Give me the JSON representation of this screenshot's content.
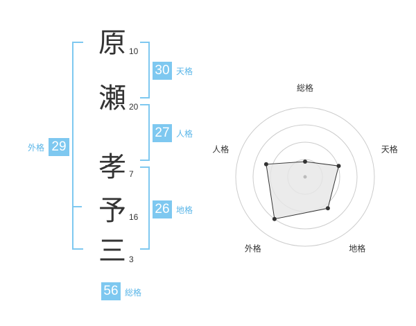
{
  "name_chars": [
    {
      "char": "原",
      "strokes": "10"
    },
    {
      "char": "瀬",
      "strokes": "20"
    },
    {
      "char": "孝",
      "strokes": "7"
    },
    {
      "char": "予",
      "strokes": "16"
    },
    {
      "char": "三",
      "strokes": "3"
    }
  ],
  "fortunes": {
    "tenkaku": {
      "value": "30",
      "label": "天格"
    },
    "jinkaku": {
      "value": "27",
      "label": "人格"
    },
    "chikaku": {
      "value": "26",
      "label": "地格"
    },
    "gaikaku": {
      "value": "29",
      "label": "外格"
    },
    "soukaku": {
      "value": "56",
      "label": "総格"
    }
  },
  "colors": {
    "accent": "#7ec8f0",
    "label": "#5bb6e8",
    "text": "#333333",
    "ring": "#cccccc",
    "fill": "#e6e6e6"
  },
  "chart_data": {
    "type": "radar",
    "axes": [
      "総格",
      "天格",
      "地格",
      "外格",
      "人格"
    ],
    "values": [
      0.22,
      0.51,
      0.56,
      0.75,
      0.59
    ],
    "range": [
      0,
      1
    ],
    "rings": 4
  }
}
